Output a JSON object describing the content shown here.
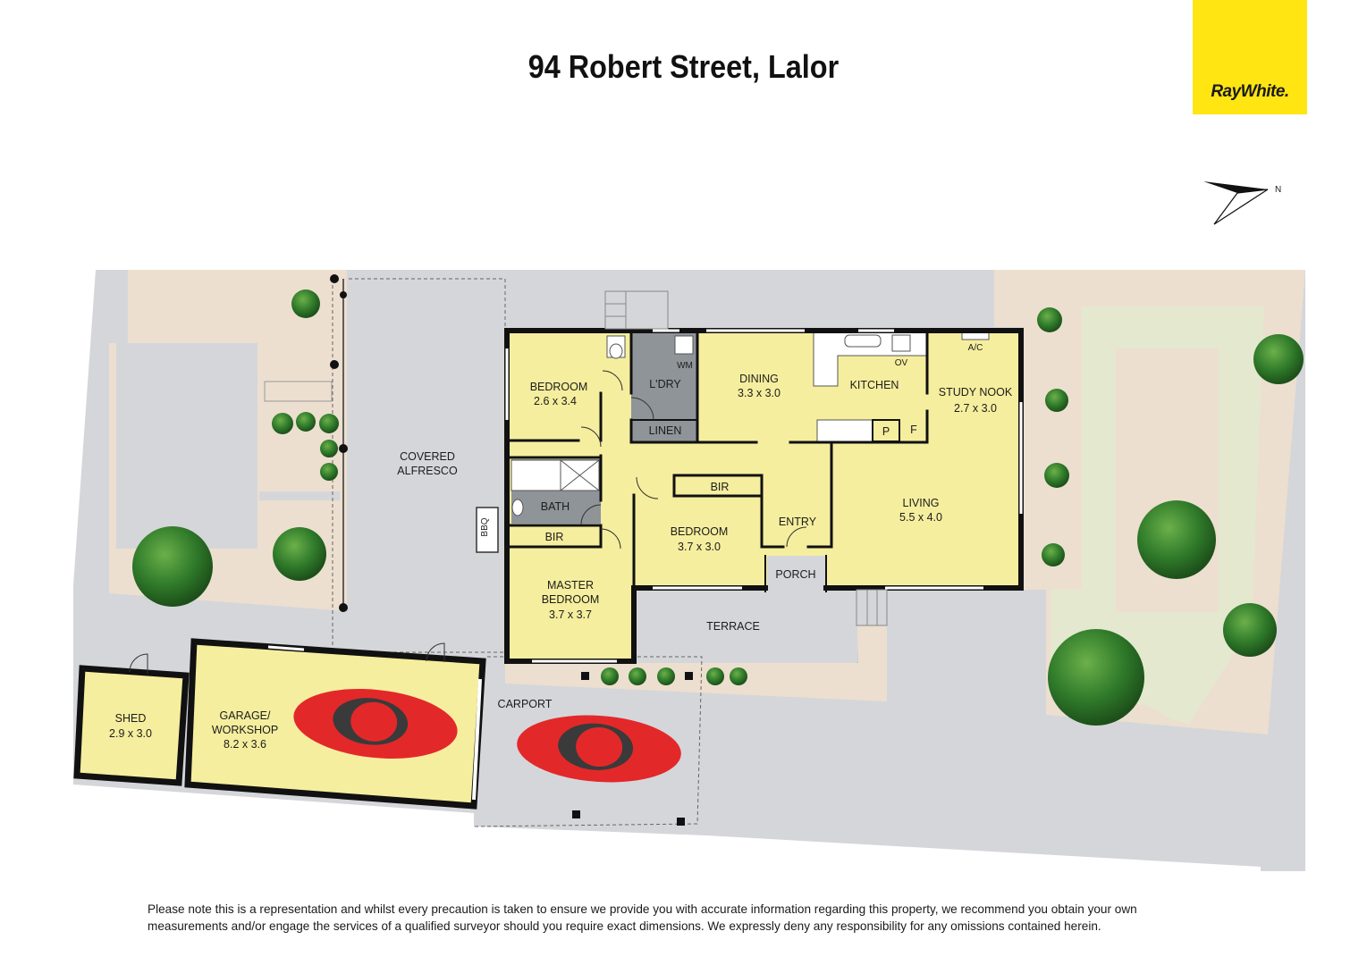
{
  "title": "94 Robert Street, Lalor",
  "brand": {
    "name": "RayWhite.",
    "color": "#ffe512"
  },
  "compass": {
    "label": "N"
  },
  "rooms": {
    "bedroom1": {
      "name": "BEDROOM",
      "dims": "2.6 x 3.4"
    },
    "laundry": {
      "name": "L'DRY"
    },
    "wm": "WM",
    "linen": "LINEN",
    "dining": {
      "name": "DINING",
      "dims": "3.3 x 3.0"
    },
    "kitchen": {
      "name": "KITCHEN"
    },
    "ov": "OV",
    "pantry": "P",
    "fridge": "F",
    "study": {
      "name": "STUDY NOOK",
      "dims": "2.7 x 3.0"
    },
    "ac": "A/C",
    "living": {
      "name": "LIVING",
      "dims": "5.5 x 4.0"
    },
    "bath": {
      "name": "BATH"
    },
    "bir1": "BIR",
    "bir2": "BIR",
    "bedroom2": {
      "name": "BEDROOM",
      "dims": "3.7 x 3.0"
    },
    "entry": "ENTRY",
    "porch": "PORCH",
    "master": {
      "line1": "MASTER",
      "line2": "BEDROOM",
      "dims": "3.7 x 3.7"
    },
    "terrace": "TERRACE",
    "alfresco": {
      "line1": "COVERED",
      "line2": "ALFRESCO"
    },
    "bbq": "BBQ",
    "garage": {
      "line1": "GARAGE/",
      "line2": "WORKSHOP",
      "dims": "8.2 x 3.6"
    },
    "shed": {
      "name": "SHED",
      "dims": "2.9 x 3.0"
    },
    "carport": "CARPORT"
  },
  "colors": {
    "room": "#f5ee9e",
    "wet": "#8f9499",
    "paving": "#d5d6da",
    "garden": "#ecdfcf",
    "lawn": "#e3e8cf",
    "wall": "#111111",
    "car": "#e3282a"
  },
  "disclaimer": "Please note this is a representation and whilst every precaution is taken to ensure we provide you with accurate information regarding this property, we recommend you obtain your own measurements and/or engage the services of a qualified surveyor should you require exact dimensions. We expressly deny any responsibility for any omissions contained herein."
}
